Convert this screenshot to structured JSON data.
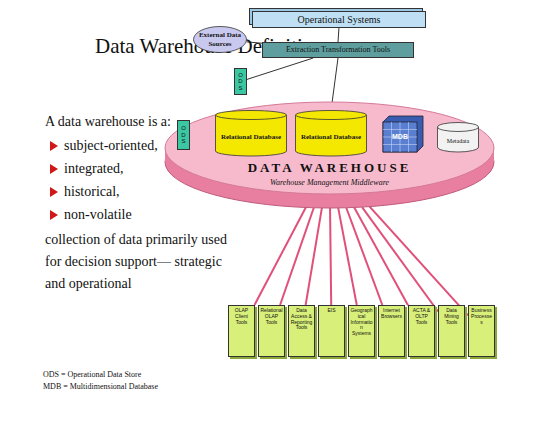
{
  "diagram": {
    "title": "Data Warehouse Definition",
    "nodes": [
      {
        "text": [
          "Operational Systems"
        ]
      },
      {
        "text": [
          "External Data Sources"
        ]
      },
      {
        "text": [
          "Extraction Transformation Tools"
        ]
      },
      {
        "text": [
          "ODS"
        ]
      },
      {
        "text": [
          "DATA WAREHOUSE",
          "Warehouse Management Middleware"
        ]
      },
      {
        "text": [
          "ODS"
        ],
        "in": 4
      },
      {
        "text": [
          "Relational Database"
        ],
        "in": 4
      },
      {
        "text": [
          "Relational Database"
        ],
        "in": 4
      },
      {
        "text": [
          "MDB"
        ],
        "in": 4
      },
      {
        "text": [
          "Metadata"
        ],
        "in": 4
      },
      {
        "text": [
          "OLAP Client Tools"
        ]
      },
      {
        "text": [
          "Relational OLAP Tools"
        ]
      },
      {
        "text": [
          "Data Access & Reporting Tools"
        ]
      },
      {
        "text": [
          "EIS"
        ]
      },
      {
        "text": [
          "Geographical Information Systems"
        ]
      },
      {
        "text": [
          "Internet Browsers"
        ]
      },
      {
        "text": [
          "ACTA & OLTP Tools"
        ]
      },
      {
        "text": [
          "Data Mining Tools"
        ]
      },
      {
        "text": [
          "Business Processes"
        ]
      }
    ],
    "edges": [
      {
        "from": 0,
        "to": 2,
        "arrow": "none"
      },
      {
        "from": 1,
        "to": 2,
        "arrow": "none"
      },
      {
        "from": 2,
        "to": 3,
        "arrow": "none"
      },
      {
        "from": 2,
        "to": 4,
        "arrow": "none"
      },
      {
        "from": 4,
        "to": 10,
        "arrow": "none"
      },
      {
        "from": 4,
        "to": 11,
        "arrow": "none"
      },
      {
        "from": 4,
        "to": 12,
        "arrow": "none"
      },
      {
        "from": 4,
        "to": 13,
        "arrow": "none"
      },
      {
        "from": 4,
        "to": 14,
        "arrow": "none"
      },
      {
        "from": 4,
        "to": 15,
        "arrow": "none"
      },
      {
        "from": 4,
        "to": 16,
        "arrow": "none"
      },
      {
        "from": 4,
        "to": 17,
        "arrow": "none"
      },
      {
        "from": 4,
        "to": 18,
        "arrow": "none"
      }
    ],
    "labels": [
      "A data warehouse is a:",
      "subject-oriented,",
      "integrated,",
      "historical,",
      "non-volatile",
      "collection of data primarily used for decision support— strategic and operational",
      "ODS = Operational Data Store",
      "MDB = Multidimensional Database"
    ]
  }
}
